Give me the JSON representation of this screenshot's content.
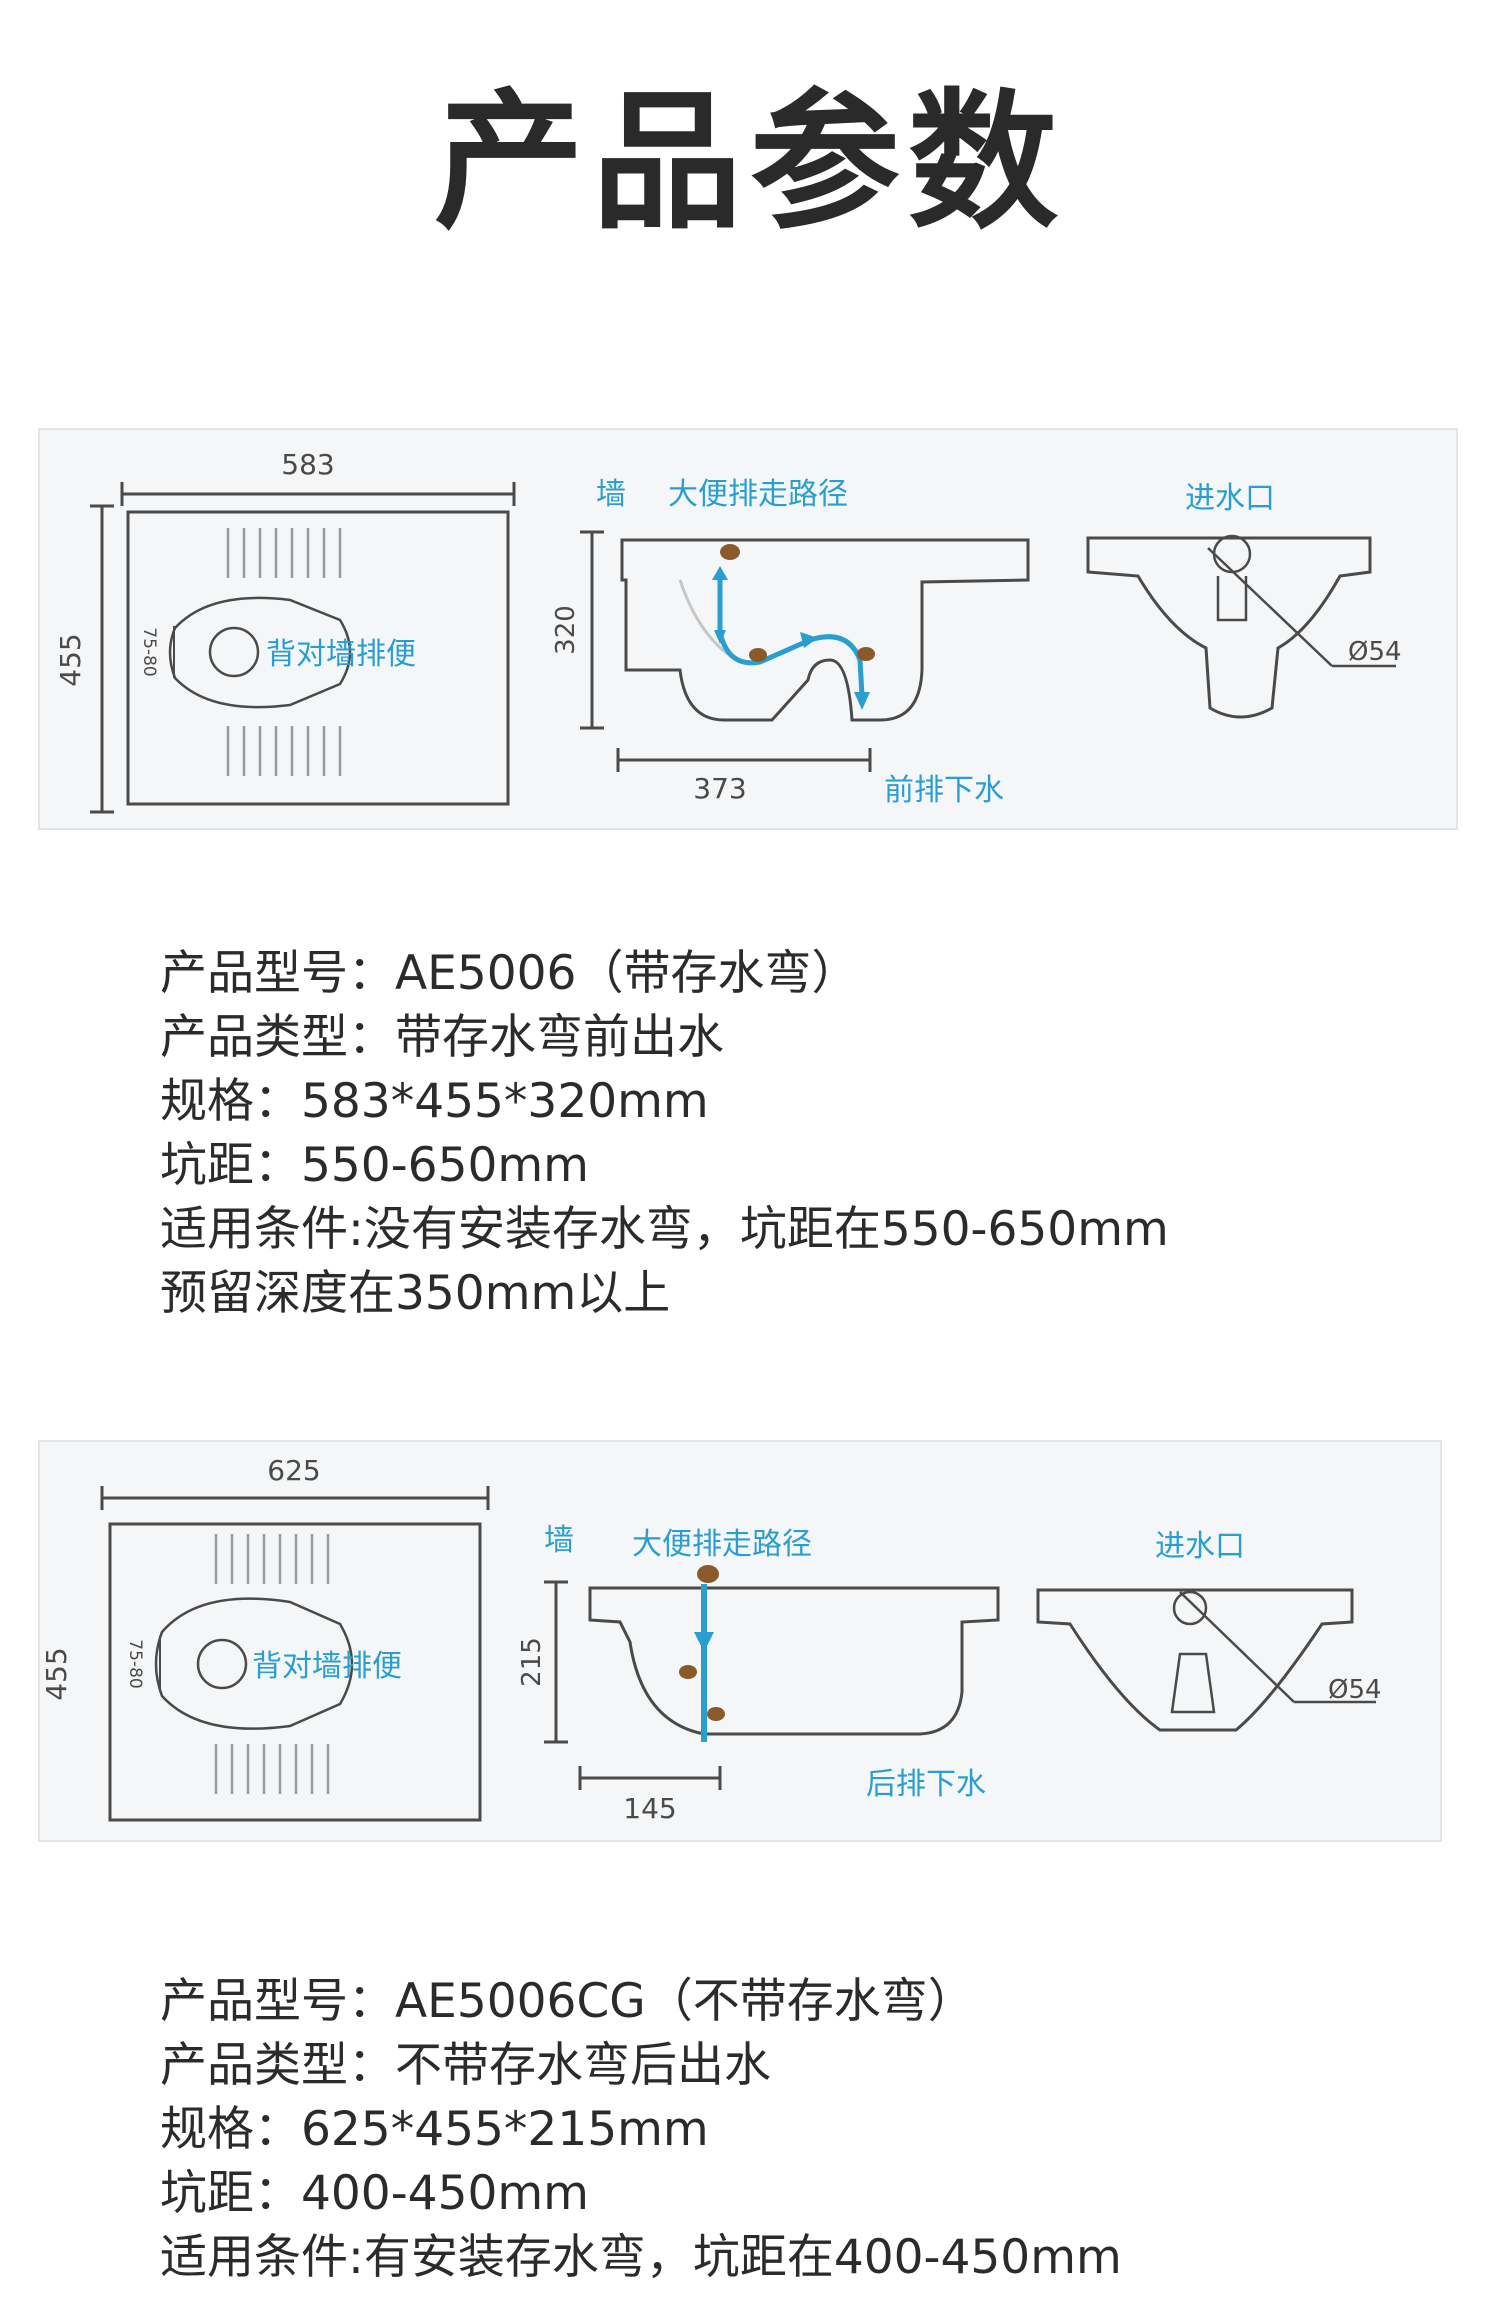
{
  "page_title": "产品参数",
  "products": [
    {
      "diagram": {
        "width_dim": "583",
        "depth_dim": "455",
        "outlet_dim": "75-80",
        "outlet_label": "背对墙排便",
        "wall_label": "墙",
        "path_label": "大便排走路径",
        "height_dim": "320",
        "offset_dim": "373",
        "drain_label": "前排下水",
        "inlet_label": "进水口",
        "inlet_dim": "Ø54"
      },
      "specs": [
        "产品型号：AE5006（带存水弯）",
        "产品类型：带存水弯前出水",
        "规格：583*455*320mm",
        "坑距：550-650mm",
        "适用条件:没有安装存水弯，坑距在550-650mm",
        "预留深度在350mm以上"
      ]
    },
    {
      "diagram": {
        "width_dim": "625",
        "depth_dim": "455",
        "outlet_dim": "75-80",
        "outlet_label": "背对墙排便",
        "wall_label": "墙",
        "path_label": "大便排走路径",
        "height_dim": "215",
        "offset_dim": "145",
        "drain_label": "后排下水",
        "inlet_label": "进水口",
        "inlet_dim": "Ø54"
      },
      "specs": [
        "产品型号：AE5006CG（不带存水弯）",
        "产品类型：不带存水弯后出水",
        "规格：625*455*215mm",
        "坑距：400-450mm",
        "适用条件:有安装存水弯，坑距在400-450mm"
      ]
    }
  ]
}
